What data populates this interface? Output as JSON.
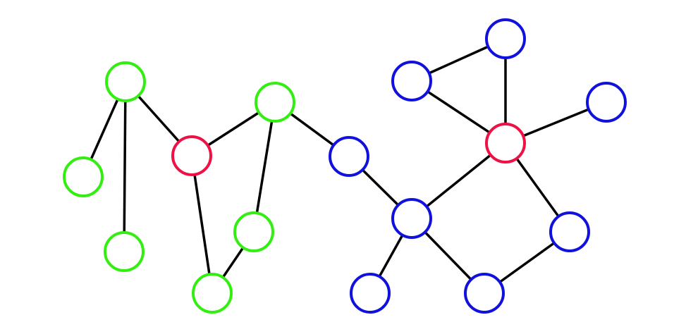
{
  "colors": {
    "background": "#ffffff",
    "edge": "#000000",
    "green": "#33ee11",
    "red": "#ee1144",
    "blue": "#1111dd"
  },
  "graph": {
    "nodes": [
      {
        "id": "g1",
        "color": "green"
      },
      {
        "id": "g2",
        "color": "green"
      },
      {
        "id": "g3",
        "color": "green"
      },
      {
        "id": "g4",
        "color": "green"
      },
      {
        "id": "g5",
        "color": "green"
      },
      {
        "id": "g6",
        "color": "green"
      },
      {
        "id": "r1",
        "color": "red"
      },
      {
        "id": "r2",
        "color": "red"
      },
      {
        "id": "b1",
        "color": "blue"
      },
      {
        "id": "b2",
        "color": "blue"
      },
      {
        "id": "b3",
        "color": "blue"
      },
      {
        "id": "b4",
        "color": "blue"
      },
      {
        "id": "b5",
        "color": "blue"
      },
      {
        "id": "b6",
        "color": "blue"
      },
      {
        "id": "b7",
        "color": "blue"
      },
      {
        "id": "b8",
        "color": "blue"
      },
      {
        "id": "b9",
        "color": "blue"
      }
    ],
    "edges": [
      [
        "g1",
        "g2"
      ],
      [
        "g1",
        "g3"
      ],
      [
        "g1",
        "r1"
      ],
      [
        "r1",
        "g4"
      ],
      [
        "r1",
        "g6"
      ],
      [
        "g4",
        "g5"
      ],
      [
        "g5",
        "g6"
      ],
      [
        "g4",
        "b1"
      ],
      [
        "b1",
        "b2"
      ],
      [
        "b2",
        "b3"
      ],
      [
        "b2",
        "b4"
      ],
      [
        "b2",
        "r2"
      ],
      [
        "b4",
        "b5"
      ],
      [
        "b5",
        "r2"
      ],
      [
        "r2",
        "b6"
      ],
      [
        "r2",
        "b7"
      ],
      [
        "r2",
        "b8"
      ],
      [
        "b7",
        "b8"
      ]
    ]
  }
}
